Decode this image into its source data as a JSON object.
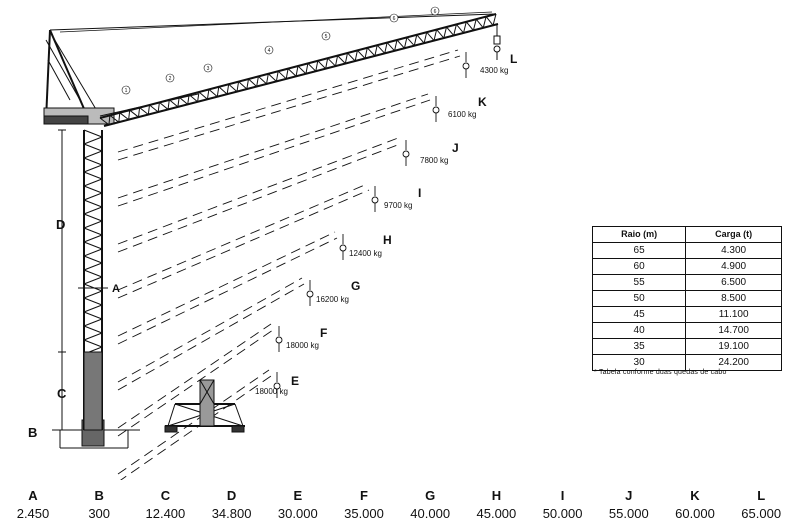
{
  "drawing_labels": {
    "D": "D",
    "A": "A",
    "C": "C",
    "B": "B",
    "E": "E",
    "F": "F",
    "G": "G",
    "H": "H",
    "I": "I",
    "J": "J",
    "K": "K",
    "L": "L"
  },
  "hook_loads": {
    "E": "18000 kg",
    "F": "18000 kg",
    "G": "16200 kg",
    "H": "12400 kg",
    "I": "9700 kg",
    "J": "7800 kg",
    "K": "6100 kg",
    "L": "4300 kg"
  },
  "part_numbers": [
    "1",
    "2",
    "3",
    "4",
    "5",
    "6"
  ],
  "load_table": {
    "headers": [
      "Raio (m)",
      "Carga (t)"
    ],
    "rows": [
      [
        "65",
        "4.300"
      ],
      [
        "60",
        "4.900"
      ],
      [
        "55",
        "6.500"
      ],
      [
        "50",
        "8.500"
      ],
      [
        "45",
        "11.100"
      ],
      [
        "40",
        "14.700"
      ],
      [
        "35",
        "19.100"
      ],
      [
        "30",
        "24.200"
      ]
    ],
    "note": "* Tabela conforme duas quedas de cabo"
  },
  "dimensions": [
    {
      "letter": "A",
      "value": "2.450"
    },
    {
      "letter": "B",
      "value": "300"
    },
    {
      "letter": "C",
      "value": "12.400"
    },
    {
      "letter": "D",
      "value": "34.800"
    },
    {
      "letter": "E",
      "value": "30.000"
    },
    {
      "letter": "F",
      "value": "35.000"
    },
    {
      "letter": "G",
      "value": "40.000"
    },
    {
      "letter": "H",
      "value": "45.000"
    },
    {
      "letter": "I",
      "value": "50.000"
    },
    {
      "letter": "J",
      "value": "55.000"
    },
    {
      "letter": "K",
      "value": "60.000"
    },
    {
      "letter": "L",
      "value": "65.000"
    }
  ]
}
